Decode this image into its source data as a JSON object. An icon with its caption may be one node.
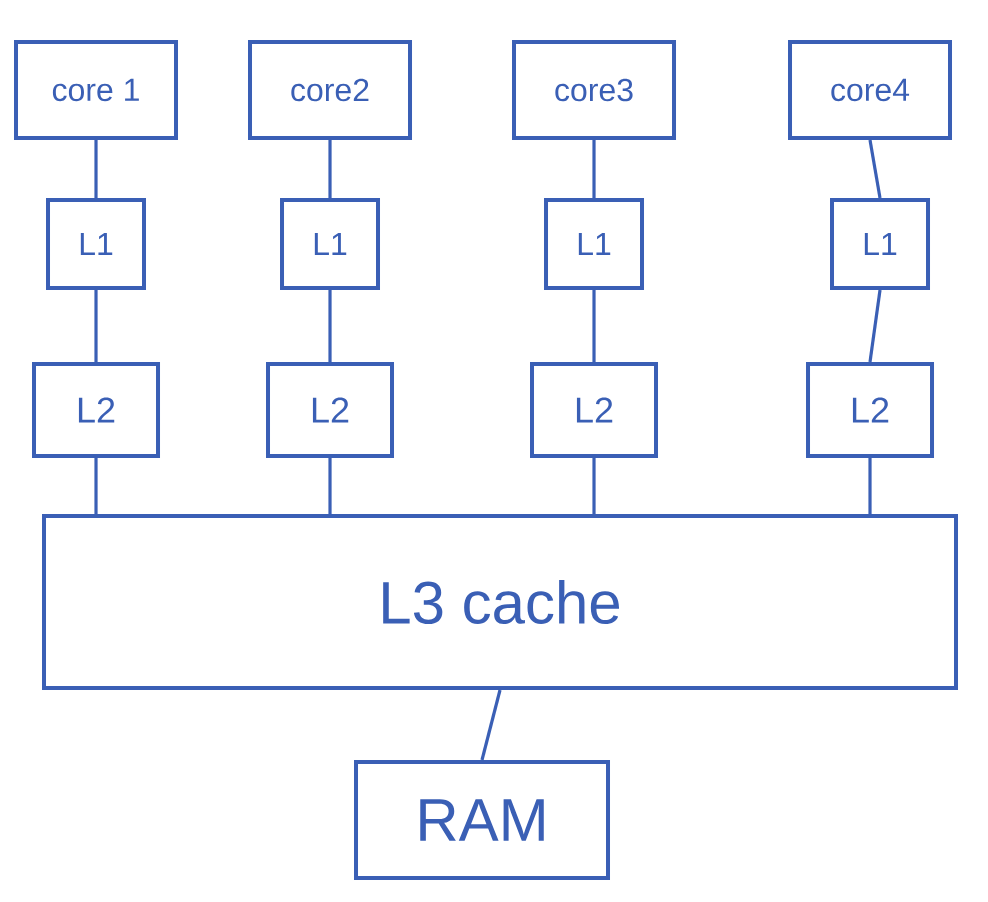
{
  "diagram": {
    "nodes": [
      {
        "text": [
          "core 1"
        ]
      },
      {
        "text": [
          "core2"
        ]
      },
      {
        "text": [
          "core3"
        ]
      },
      {
        "text": [
          "core4"
        ]
      },
      {
        "text": [
          "L1"
        ]
      },
      {
        "text": [
          "L1"
        ]
      },
      {
        "text": [
          "L1"
        ]
      },
      {
        "text": [
          "L1"
        ]
      },
      {
        "text": [
          "L2"
        ]
      },
      {
        "text": [
          "L2"
        ]
      },
      {
        "text": [
          "L2"
        ]
      },
      {
        "text": [
          "L2"
        ]
      },
      {
        "text": [
          "L3 cache"
        ]
      },
      {
        "text": [
          "RAM"
        ]
      }
    ],
    "edges": [
      {
        "from": 0,
        "to": 4,
        "arrow": "none"
      },
      {
        "from": 1,
        "to": 5,
        "arrow": "none"
      },
      {
        "from": 2,
        "to": 6,
        "arrow": "none"
      },
      {
        "from": 3,
        "to": 7,
        "arrow": "none"
      },
      {
        "from": 4,
        "to": 8,
        "arrow": "none"
      },
      {
        "from": 5,
        "to": 9,
        "arrow": "none"
      },
      {
        "from": 6,
        "to": 10,
        "arrow": "none"
      },
      {
        "from": 7,
        "to": 11,
        "arrow": "none"
      },
      {
        "from": 8,
        "to": 12,
        "arrow": "none"
      },
      {
        "from": 9,
        "to": 12,
        "arrow": "none"
      },
      {
        "from": 10,
        "to": 12,
        "arrow": "none"
      },
      {
        "from": 11,
        "to": 12,
        "arrow": "none"
      },
      {
        "from": 12,
        "to": 13,
        "arrow": "none"
      }
    ]
  }
}
